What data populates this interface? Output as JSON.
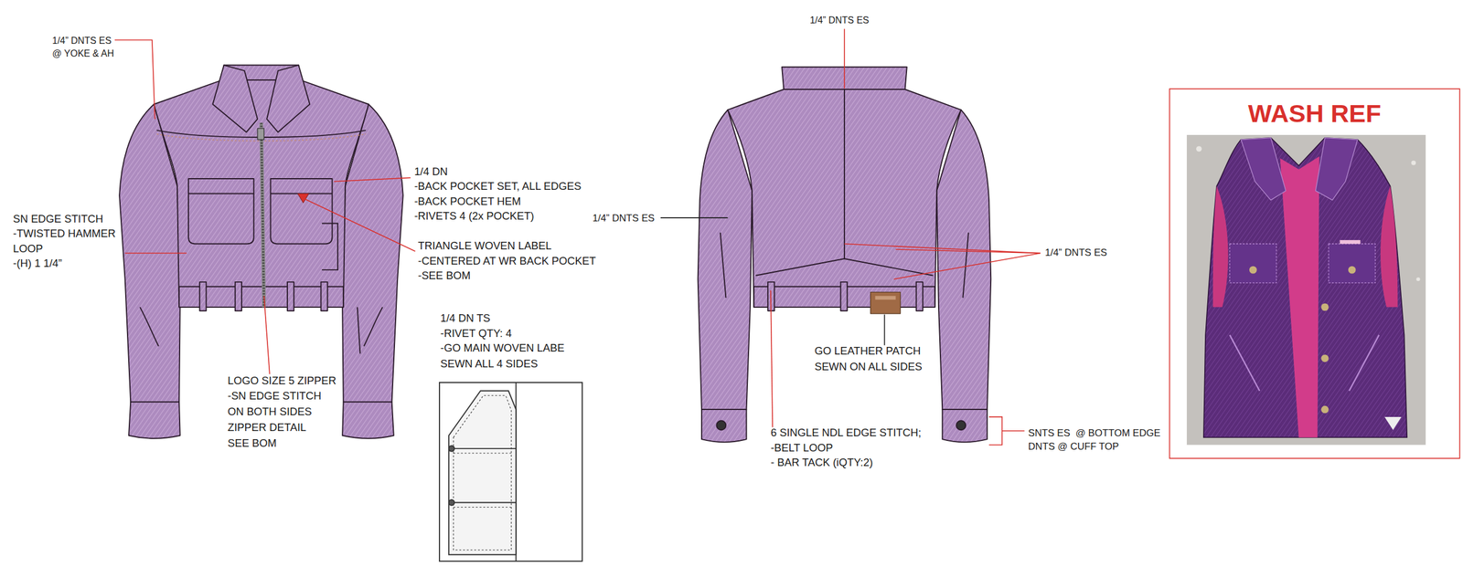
{
  "diagram": {
    "nodes": [
      {
        "text": [
          "WASH REF"
        ]
      }
    ],
    "labels": [
      "1/4” DNTS ES",
      "@ YOKE & AH",
      "1/4 DN",
      "-BACK POCKET SET, ALL EDGES",
      "-BACK POCKET HEM",
      "-RIVETS 4 (2x POCKET)",
      "SN EDGE STITCH",
      "-TWISTED HAMMER",
      "LOOP",
      "-(H) 1 1/4”",
      "TRIANGLE WOVEN LABEL",
      "-CENTERED AT WR BACK POCKET",
      "-SEE BOM",
      "1/4 DN TS",
      "-RIVET QTY: 4",
      "-GO MAIN WOVEN LABE",
      "SEWN ALL 4 SIDES",
      "LOGO SIZE 5 ZIPPER",
      "-SN EDGE STITCH",
      "ON BOTH SIDES",
      "ZIPPER DETAIL",
      "SEE BOM",
      "1/4” DNTS ES",
      "1/4” DNTS ES",
      "1/4” DNTS ES",
      "GO LEATHER PATCH",
      "SEWN ON ALL SIDES",
      "6 SINGLE NDL EDGE STITCH;",
      "-BELT LOOP",
      "- BAR TACK (iQTY:2)",
      "SNTS ES  @ BOTTOM EDGE",
      "DNTS @ CUFF TOP"
    ]
  }
}
